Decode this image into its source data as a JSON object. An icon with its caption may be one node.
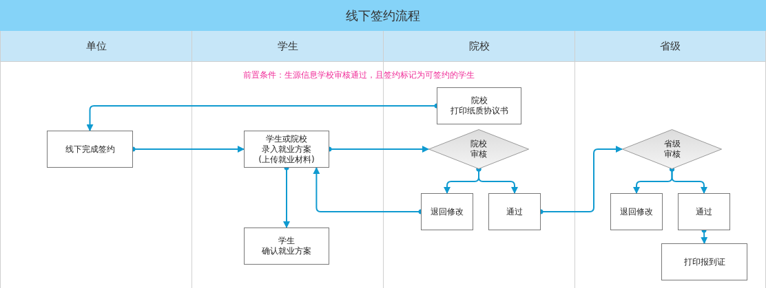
{
  "diagram": {
    "title": "线下签约流程",
    "nodes": [
      {
        "text": [
          "单位"
        ]
      },
      {
        "text": [
          "学生"
        ]
      },
      {
        "text": [
          "院校"
        ]
      },
      {
        "text": [
          "省级"
        ]
      },
      {
        "text": [
          "线下完成签约"
        ],
        "in": 0
      },
      {
        "text": [
          "学生或院校",
          "录入就业方案(上传就业材料)"
        ],
        "in": 1
      },
      {
        "text": [
          "学生",
          "确认就业方案"
        ],
        "in": 1
      },
      {
        "text": [
          "院校",
          "打印纸质协议书"
        ],
        "in": 2
      },
      {
        "text": [
          "院校",
          "审核"
        ],
        "in": 2
      },
      {
        "text": [
          "退回修改"
        ],
        "in": 2
      },
      {
        "text": [
          "通过"
        ],
        "in": 2
      },
      {
        "text": [
          "省级",
          "审核"
        ],
        "in": 3
      },
      {
        "text": [
          "退回修改"
        ],
        "in": 3
      },
      {
        "text": [
          "通过"
        ],
        "in": 3
      },
      {
        "text": [
          "打印报到证"
        ],
        "in": 3
      }
    ],
    "edges": [
      {
        "from": 7,
        "to": 4,
        "arrow": "to"
      },
      {
        "from": 4,
        "to": 5,
        "arrow": "to"
      },
      {
        "from": 5,
        "to": 8,
        "arrow": "to"
      },
      {
        "from": 5,
        "to": 6,
        "arrow": "to"
      },
      {
        "from": 8,
        "to": 9,
        "arrow": "to"
      },
      {
        "from": 8,
        "to": 10,
        "arrow": "to"
      },
      {
        "from": 9,
        "to": 5,
        "arrow": "to"
      },
      {
        "from": 10,
        "to": 11,
        "arrow": "to"
      },
      {
        "from": 11,
        "to": 12,
        "arrow": "to"
      },
      {
        "from": 11,
        "to": 13,
        "arrow": "to"
      },
      {
        "from": 13,
        "to": 14,
        "arrow": "to"
      }
    ],
    "labels": [
      "前置条件：生源信息学校审核通过，且签约标记为可签约的学生"
    ]
  }
}
